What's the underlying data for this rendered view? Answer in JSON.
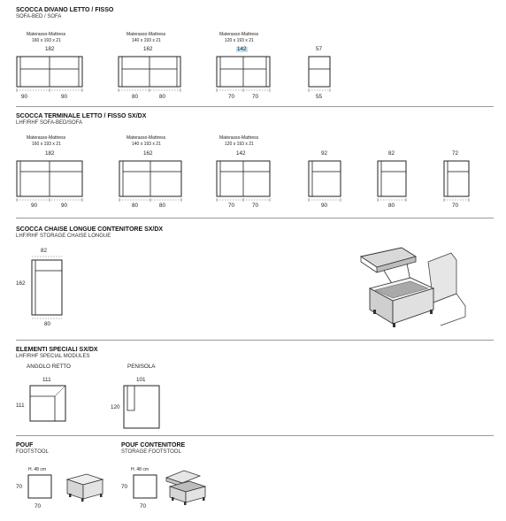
{
  "sections": {
    "sofa_bed": {
      "title": "SCOCCA DIVANO LETTO / FISSO",
      "subtitle": "SOFA-BED / SOFA",
      "items": [
        {
          "mattress_label": "Materasso-Mattress",
          "mattress_size": "160 x 193 x 21",
          "width": "182",
          "seats": [
            "90",
            "90"
          ]
        },
        {
          "mattress_label": "Materasso-Mattress",
          "mattress_size": "140 x 193 x 21",
          "width": "162",
          "seats": [
            "80",
            "80"
          ]
        },
        {
          "mattress_label": "Materasso-Mattress",
          "mattress_size": "120 x 193 x 21",
          "width": "142",
          "seats": [
            "70",
            "70"
          ]
        },
        {
          "width": "57",
          "seats": [
            "55"
          ]
        }
      ]
    },
    "terminal": {
      "title": "SCOCCA TERMINALE  LETTO / FISSO SX/DX",
      "subtitle": "LHF/RHF SOFA-BED/SOFA",
      "items": [
        {
          "mattress_label": "Materasso-Mattress",
          "mattress_size": "160 x 193 x 21",
          "width": "182",
          "seats": [
            "90",
            "90"
          ]
        },
        {
          "mattress_label": "Materasso-Mattress",
          "mattress_size": "140 x 193 x 21",
          "width": "162",
          "seats": [
            "80",
            "80"
          ]
        },
        {
          "mattress_label": "Materasso-Mattress",
          "mattress_size": "120 x 193 x 21",
          "width": "142",
          "seats": [
            "70",
            "70"
          ]
        },
        {
          "width": "92",
          "seats": [
            "90"
          ]
        },
        {
          "width": "82",
          "seats": [
            "80"
          ]
        },
        {
          "width": "72",
          "seats": [
            "70"
          ]
        }
      ]
    },
    "chaise": {
      "title": "SCOCCA CHAISE LONGUE CONTENITORE SX/DX",
      "subtitle": "LHF/RHF STORAGE CHAISE LONGUE",
      "width": "82",
      "depth": "162",
      "seat": "80"
    },
    "special": {
      "title": "ELEMENTI SPECIALI SX/DX",
      "subtitle": "LHF/RHF SPECIAL MODULES",
      "corner": {
        "name": "ANGOLO RETTO",
        "width": "111",
        "depth": "111"
      },
      "peninsula": {
        "name": "PENISOLA",
        "width": "101",
        "depth": "120"
      }
    },
    "pouf": {
      "title": "POUF",
      "subtitle": "FOOTSTOOL",
      "height": "H. 48 cm",
      "width": "70",
      "depth": "70"
    },
    "storage_pouf": {
      "title": "POUF CONTENITORE",
      "subtitle": "STORAGE FOOTSTOOL",
      "height": "H. 48 cm",
      "width": "70",
      "depth": "70"
    }
  }
}
